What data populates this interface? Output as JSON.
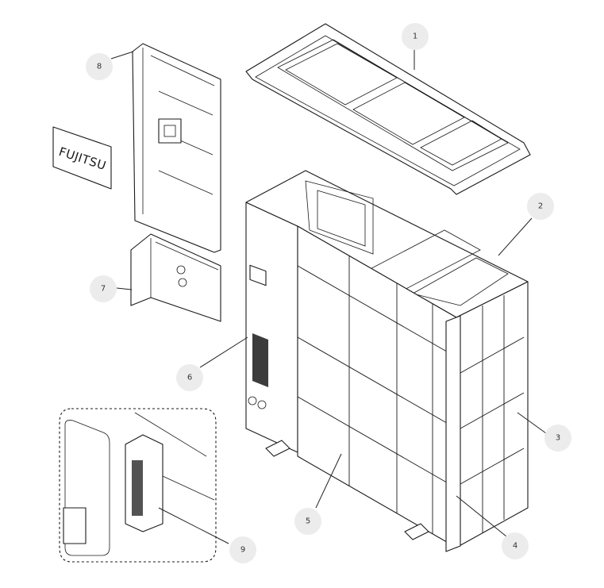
{
  "logo": {
    "text": "FUJITSU"
  },
  "callouts": [
    {
      "id": "1",
      "label": "1"
    },
    {
      "id": "2",
      "label": "2"
    },
    {
      "id": "3",
      "label": "3"
    },
    {
      "id": "4",
      "label": "4"
    },
    {
      "id": "5",
      "label": "5"
    },
    {
      "id": "6",
      "label": "6"
    },
    {
      "id": "7",
      "label": "7"
    },
    {
      "id": "8",
      "label": "8"
    },
    {
      "id": "9",
      "label": "9"
    }
  ],
  "colors": {
    "callout_fill": "#ececec",
    "line": "#1a1a1a",
    "background": "#ffffff"
  }
}
